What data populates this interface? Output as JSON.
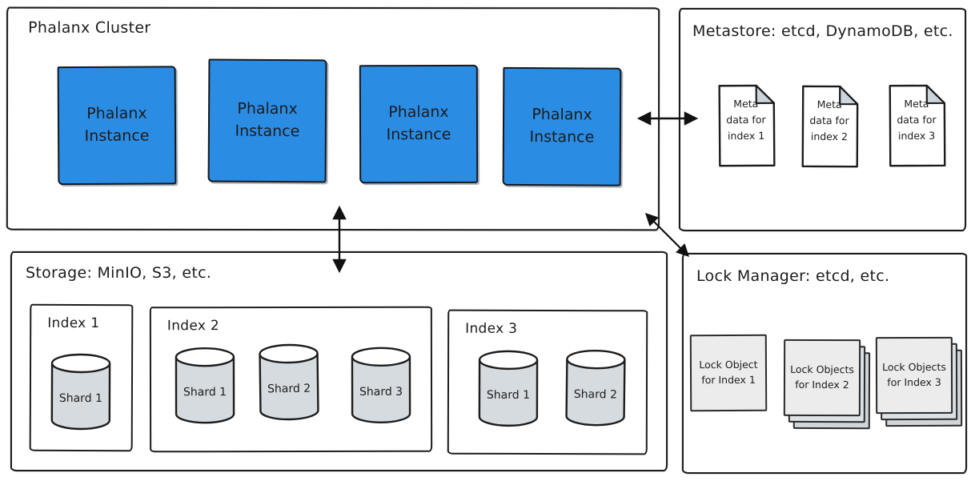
{
  "colors": {
    "instance_fill": "#2b8ce4",
    "instance_border": "#15181c",
    "shard_fill": "#d6dbdf",
    "lock_fill": "#ececec",
    "lock_layer_fill": "#cfd5d9",
    "doc_fold": "#ccd5db",
    "stroke": "#1c1c1c",
    "arrow": "#111111"
  },
  "diagram": {
    "cluster": {
      "title": "Phalanx Cluster",
      "instances": [
        "Phalanx Instance",
        "Phalanx Instance",
        "Phalanx Instance",
        "Phalanx Instance"
      ]
    },
    "metastore": {
      "title": "Metastore: etcd, DynamoDB, etc.",
      "documents": [
        "Meta data for index 1",
        "Meta data for index 2",
        "Meta data for index 3"
      ]
    },
    "storage": {
      "title": "Storage: MinIO, S3, etc.",
      "indexes": [
        {
          "label": "Index 1",
          "shards": [
            "Shard 1"
          ]
        },
        {
          "label": "Index 2",
          "shards": [
            "Shard 1",
            "Shard 2",
            "Shard 3"
          ]
        },
        {
          "label": "Index 3",
          "shards": [
            "Shard 1",
            "Shard 2"
          ]
        }
      ]
    },
    "lock_manager": {
      "title": "Lock Manager: etcd, etc.",
      "locks": [
        "Lock Object for Index 1",
        "Lock Objects for Index 2",
        "Lock Objects for Index 3"
      ]
    },
    "connections": [
      {
        "from": "phalanx-cluster",
        "to": "metastore",
        "style": "bidirectional"
      },
      {
        "from": "phalanx-cluster",
        "to": "storage",
        "style": "bidirectional"
      },
      {
        "from": "phalanx-cluster",
        "to": "lock-manager",
        "style": "bidirectional"
      }
    ]
  }
}
